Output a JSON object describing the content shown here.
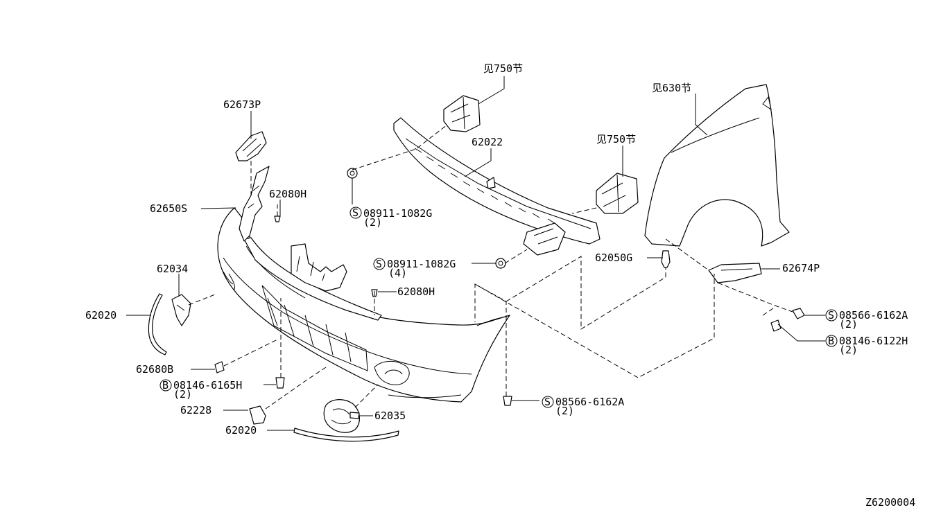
{
  "diagram_id": "Z6200004",
  "callouts": {
    "ref_750_top": "见750节",
    "ref_630": "见630节",
    "ref_750_right": "见750节",
    "p62673P": "62673P",
    "p62022": "62022",
    "p62080H_a": "62080H",
    "p62650S": "62650S",
    "p08911_a": "08911-1082G",
    "p08911_a_qty": "(2)",
    "p08911_b": "08911-1082G",
    "p08911_b_qty": "(4)",
    "p62050G": "62050G",
    "p62674P": "62674P",
    "p62034": "62034",
    "p62080H_b": "62080H",
    "p62020_a": "62020",
    "p08566_a": "08566-6162A",
    "p08566_a_qty": "(2)",
    "p08146_a": "08146-6122H",
    "p08146_a_qty": "(2)",
    "p62680B": "62680B",
    "p08146_b": "08146-6165H",
    "p08146_b_qty": "(2)",
    "p62228": "62228",
    "p62035": "62035",
    "p08566_b": "08566-6162A",
    "p08566_b_qty": "(2)",
    "p62020_b": "62020"
  },
  "symbols": {
    "s": "S",
    "b": "B"
  }
}
